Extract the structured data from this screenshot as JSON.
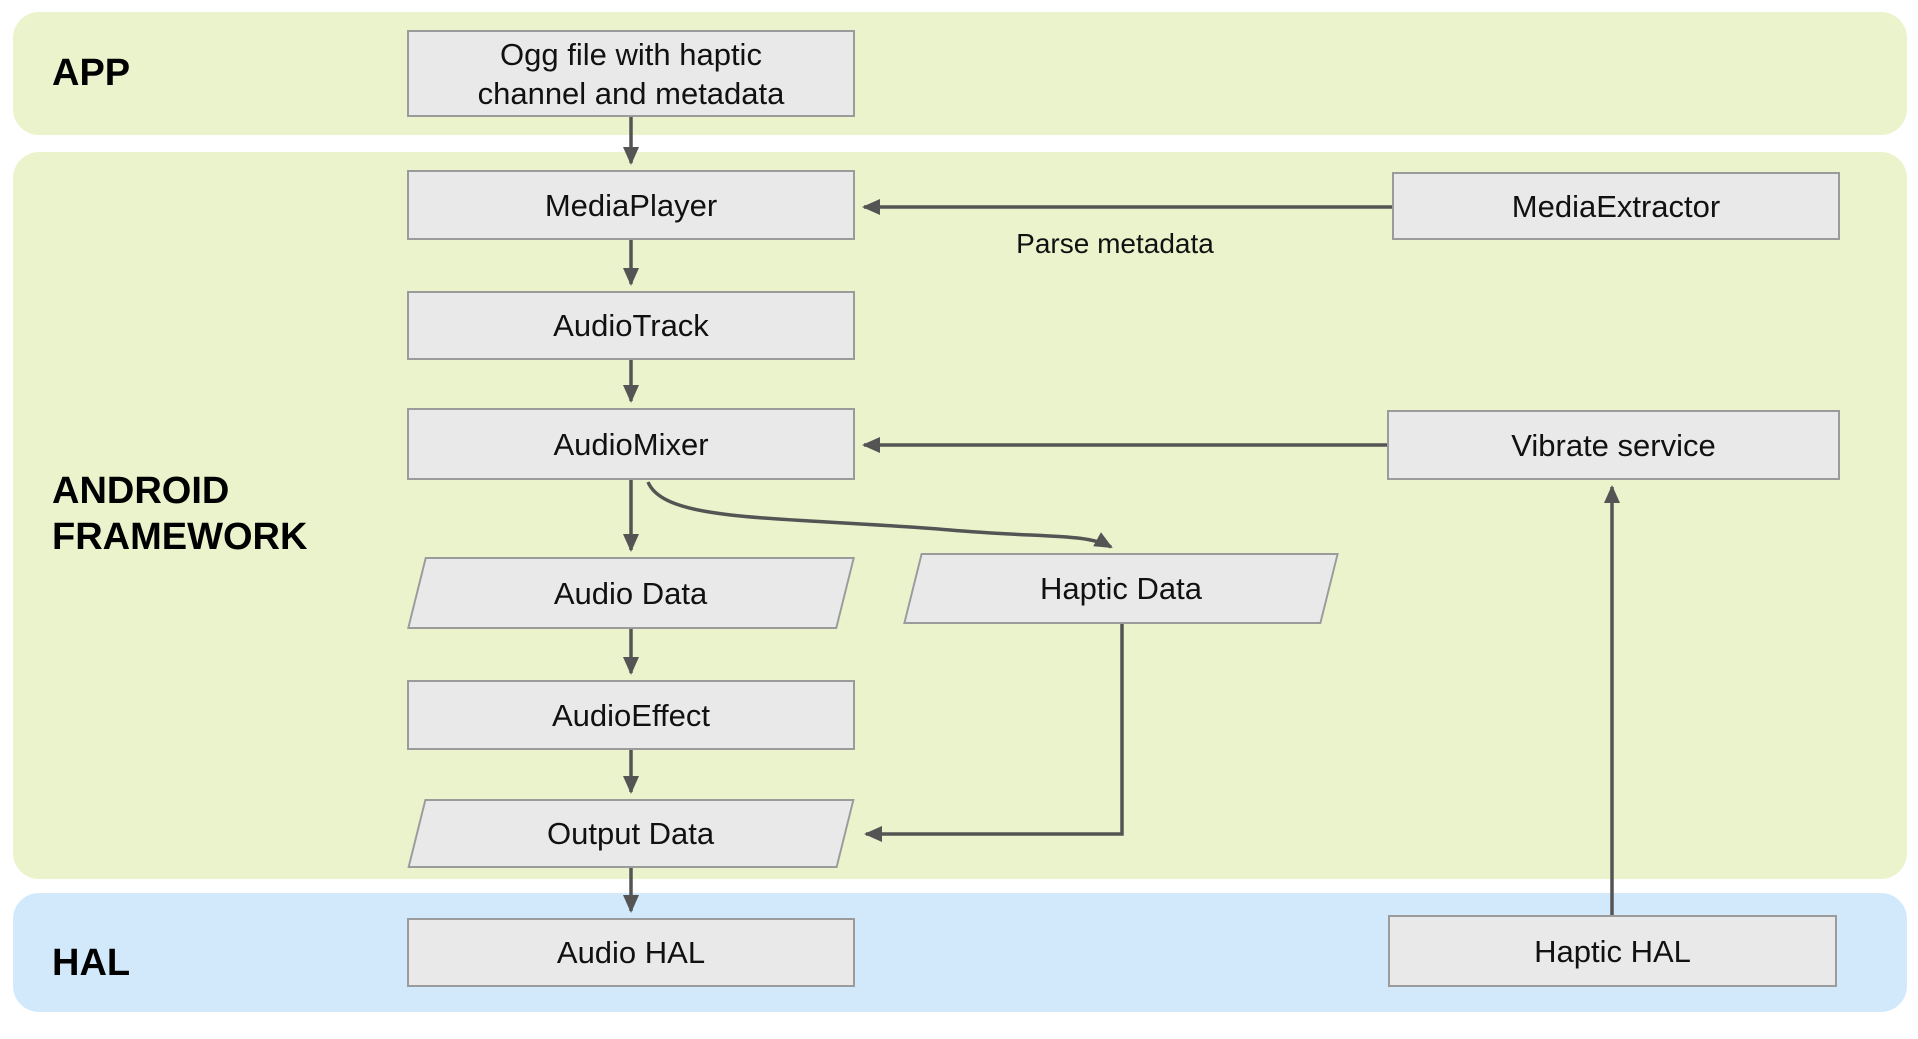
{
  "bands": {
    "app": {
      "label": "APP"
    },
    "framework": {
      "label": "ANDROID\nFRAMEWORK"
    },
    "hal": {
      "label": "HAL"
    }
  },
  "nodes": {
    "ogg_file": {
      "label": "Ogg file with haptic\nchannel and metadata",
      "shape": "rectangle"
    },
    "media_player": {
      "label": "MediaPlayer",
      "shape": "rectangle"
    },
    "audio_track": {
      "label": "AudioTrack",
      "shape": "rectangle"
    },
    "audio_mixer": {
      "label": "AudioMixer",
      "shape": "rectangle"
    },
    "audio_data": {
      "label": "Audio Data",
      "shape": "parallelogram"
    },
    "audio_effect": {
      "label": "AudioEffect",
      "shape": "rectangle"
    },
    "output_data": {
      "label": "Output Data",
      "shape": "parallelogram"
    },
    "audio_hal": {
      "label": "Audio HAL",
      "shape": "rectangle"
    },
    "media_extractor": {
      "label": "MediaExtractor",
      "shape": "rectangle"
    },
    "vibrate_service": {
      "label": "Vibrate service",
      "shape": "rectangle"
    },
    "haptic_data": {
      "label": "Haptic Data",
      "shape": "parallelogram"
    },
    "haptic_hal": {
      "label": "Haptic HAL",
      "shape": "rectangle"
    }
  },
  "edges": {
    "parse_metadata_label": "Parse metadata"
  },
  "colors": {
    "band-green": "#ebf3cc",
    "band-blue": "#d2e9fb",
    "node-fill": "#e9e9e9",
    "node-border": "#9b9b9b",
    "arrow": "#545454",
    "text": "#111111"
  }
}
